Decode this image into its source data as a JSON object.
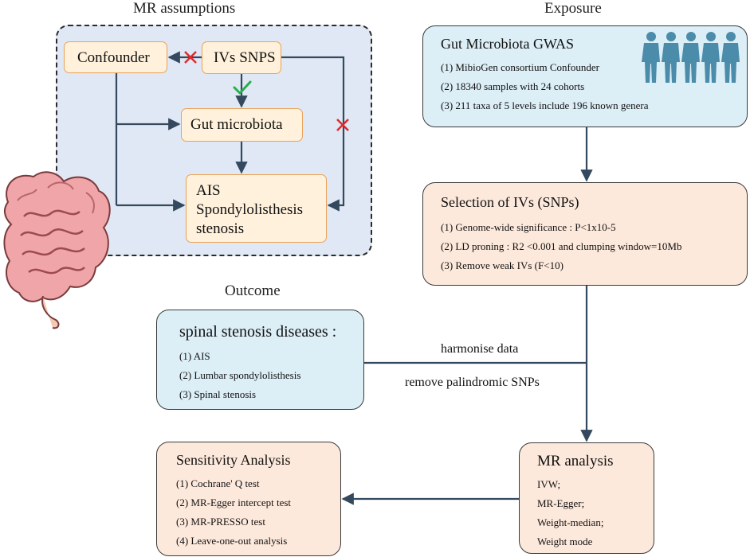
{
  "mr_assumptions": {
    "title": "MR assumptions",
    "confounder": "Confounder",
    "ivs": "IVs SNPS",
    "gut": "Gut microbiota",
    "outcome_lines": [
      "AIS",
      "Spondylolisthesis",
      "stenosis"
    ]
  },
  "exposure": {
    "title": "Exposure",
    "heading": "Gut Microbiota GWAS",
    "items": [
      "(1) MibioGen consortium Confounder",
      "(2) 18340 samples with 24 cohorts",
      "(3) 211 taxa of 5 levels include 196 known genera"
    ]
  },
  "selection": {
    "heading": "Selection of IVs (SNPs)",
    "items": [
      "(1) Genome-wide significance : P<1x10-5",
      "(2) LD proning : R2 <0.001 and clumping window=10Mb",
      "(3) Remove weak IVs (F<10)"
    ]
  },
  "outcome": {
    "title": "Outcome",
    "heading": "spinal stenosis diseases :",
    "items": [
      "(1) AIS",
      "(2) Lumbar spondylolisthesis",
      "(3) Spinal stenosis"
    ]
  },
  "flow_labels": {
    "harmonise": "harmonise data",
    "palindromic": "remove palindromic SNPs"
  },
  "mr_analysis": {
    "heading": "MR analysis",
    "items": [
      "IVW;",
      "MR-Egger;",
      "Weight-median;",
      "Weight mode"
    ]
  },
  "sensitivity": {
    "heading": "Sensitivity Analysis",
    "items": [
      "(1) Cochrane' Q test",
      "(2) MR-Egger intercept test",
      "(3) MR-PRESSO test",
      "(4) Leave-one-out analysis"
    ]
  },
  "colors": {
    "arrow": "#34495e",
    "cross": "#e02a2a",
    "check": "#27b04a",
    "people": "#4b8cab"
  },
  "icons": [
    "cross-icon",
    "check-icon",
    "people-icon",
    "intestine-icon"
  ]
}
